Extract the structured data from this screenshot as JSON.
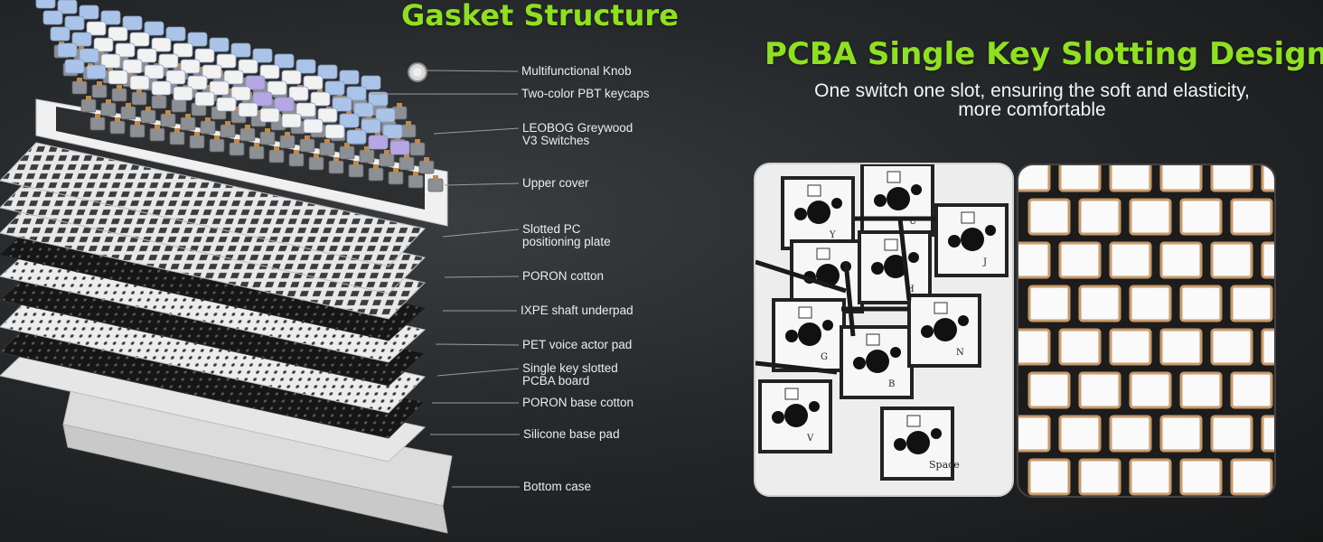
{
  "titles": {
    "left": "Gasket Structure",
    "right": "PCBA Single Key Slotting Design"
  },
  "subtitle": {
    "line1": "One switch one slot, ensuring the soft and elasticity,",
    "line2": "more comfortable"
  },
  "labels": [
    {
      "lines": [
        "Multifunctional Knob"
      ]
    },
    {
      "lines": [
        "Two-color PBT keycaps"
      ]
    },
    {
      "lines": [
        "LEOBOG Greywood",
        "V3 Switches"
      ]
    },
    {
      "lines": [
        "Upper cover"
      ]
    },
    {
      "lines": [
        "Slotted PC",
        "positioning plate"
      ]
    },
    {
      "lines": [
        "PORON cotton"
      ]
    },
    {
      "lines": [
        "IXPE shaft underpad"
      ]
    },
    {
      "lines": [
        "PET voice actor pad"
      ]
    },
    {
      "lines": [
        "Single key slotted",
        "PCBA board"
      ]
    },
    {
      "lines": [
        "PORON base cotton"
      ]
    },
    {
      "lines": [
        "Silicone base pad"
      ]
    },
    {
      "lines": [
        "Bottom case"
      ]
    }
  ],
  "pcb_key_letters": [
    "Y",
    "U",
    "H",
    "J",
    "G",
    "B",
    "N",
    "V",
    "Space"
  ],
  "colors": {
    "accent_green": "#8ee021",
    "keycap_blue": "#a9c4e8",
    "keycap_purple": "#b7a6e6",
    "keycap_white": "#f2f2f2"
  }
}
